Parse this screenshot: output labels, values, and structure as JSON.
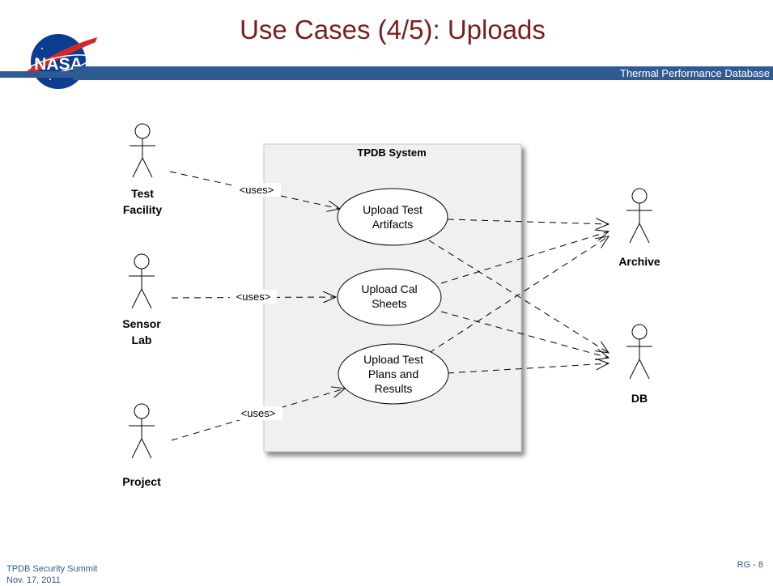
{
  "slide": {
    "title": "Use Cases (4/5): Uploads",
    "banner_text": "Thermal Performance Database",
    "logo_text": "NASA",
    "footer_line1": "TPDB Security Summit",
    "footer_line2": "Nov. 17, 2011",
    "page_number": "RG - 8"
  },
  "diagram": {
    "system_label": "TPDB System",
    "uses_label": "<uses>",
    "actors": {
      "test_facility": [
        "Test",
        "Facility"
      ],
      "sensor_lab": [
        "Sensor",
        "Lab"
      ],
      "project": [
        "Project"
      ],
      "archive": [
        "Archive"
      ],
      "db": [
        "DB"
      ]
    },
    "use_cases": {
      "upload_test_artifacts": [
        "Upload Test",
        "Artifacts"
      ],
      "upload_cal_sheets": [
        "Upload Cal",
        "Sheets"
      ],
      "upload_test_plans": [
        "Upload Test",
        "Plans and",
        "Results"
      ]
    }
  },
  "colors": {
    "title": "#7a1f1f",
    "banner": "#2f5b93",
    "system_fill": "#f0f0f0"
  }
}
